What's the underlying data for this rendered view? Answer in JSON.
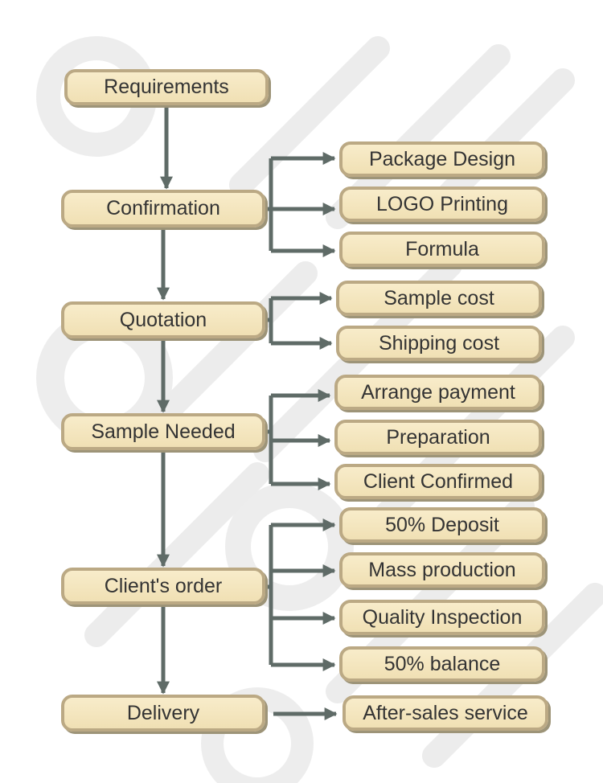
{
  "flowchart": {
    "main_steps": [
      {
        "id": "requirements",
        "label": "Requirements"
      },
      {
        "id": "confirmation",
        "label": "Confirmation"
      },
      {
        "id": "quotation",
        "label": "Quotation"
      },
      {
        "id": "sample-needed",
        "label": "Sample Needed"
      },
      {
        "id": "clients-order",
        "label": "Client's order"
      },
      {
        "id": "delivery",
        "label": "Delivery"
      }
    ],
    "branches": {
      "confirmation": [
        "Package Design",
        "LOGO Printing",
        "Formula"
      ],
      "quotation": [
        "Sample cost",
        "Shipping cost"
      ],
      "sample_needed": [
        "Arrange payment",
        "Preparation",
        "Client Confirmed"
      ],
      "clients_order": [
        "50% Deposit",
        "Mass production",
        "Quality Inspection",
        "50% balance"
      ],
      "delivery": [
        "After-sales service"
      ]
    }
  },
  "colors": {
    "box_fill": "#f5e7c2",
    "box_border": "#bba984",
    "connector": "#5f6b67",
    "text": "#333333",
    "watermark": "#ededed"
  }
}
